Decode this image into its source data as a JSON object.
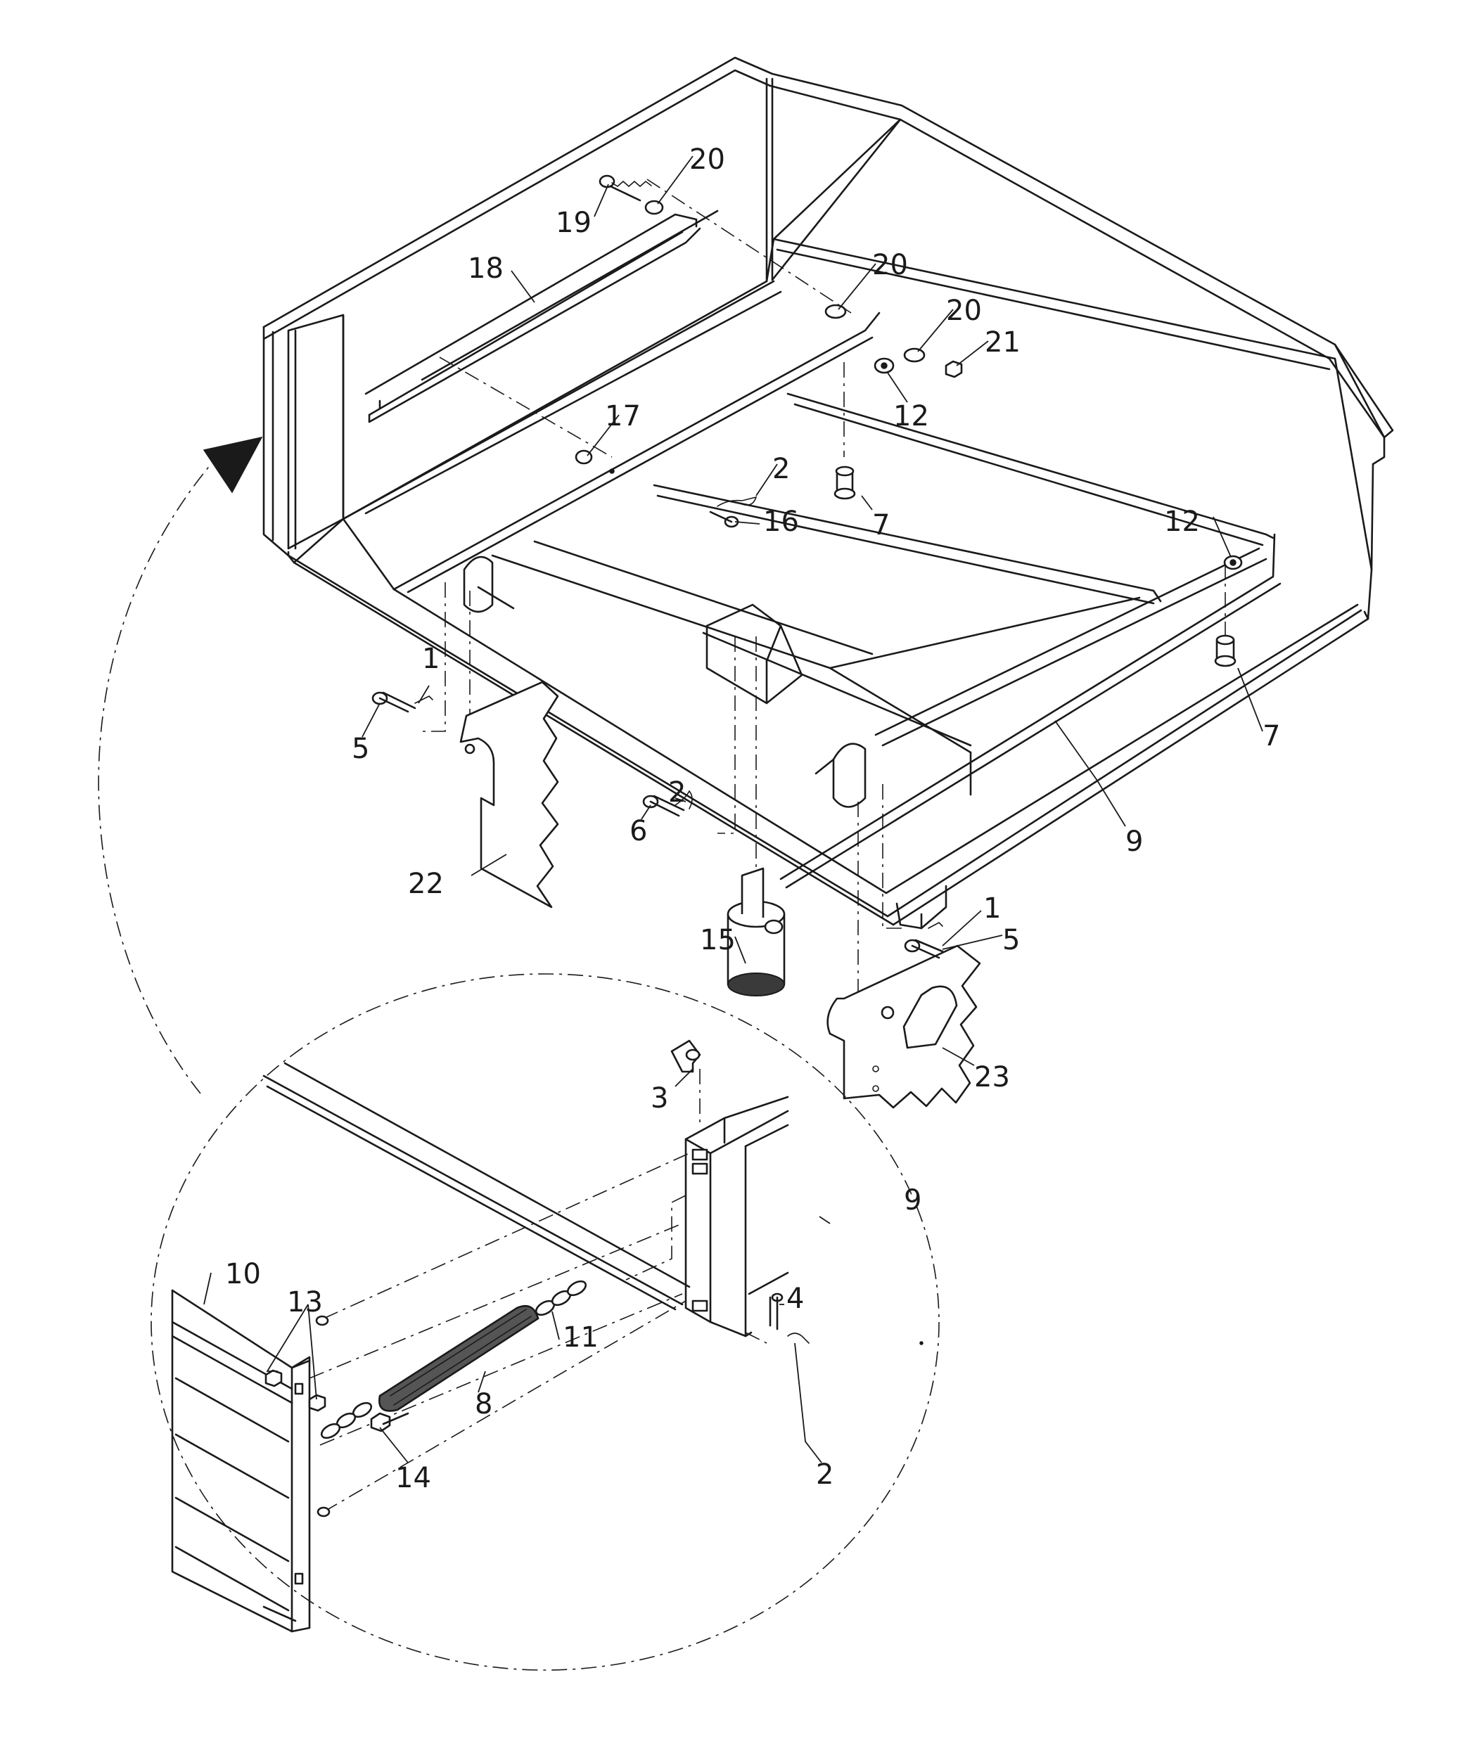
{
  "callouts": [
    {
      "id": "c1a",
      "label": "1"
    },
    {
      "id": "c1b",
      "label": "1"
    },
    {
      "id": "c2a",
      "label": "2"
    },
    {
      "id": "c2b",
      "label": "2"
    },
    {
      "id": "c2c",
      "label": "2"
    },
    {
      "id": "c3",
      "label": "3"
    },
    {
      "id": "c4",
      "label": "4"
    },
    {
      "id": "c5a",
      "label": "5"
    },
    {
      "id": "c5b",
      "label": "5"
    },
    {
      "id": "c6",
      "label": "6"
    },
    {
      "id": "c7a",
      "label": "7"
    },
    {
      "id": "c7b",
      "label": "7"
    },
    {
      "id": "c8",
      "label": "8"
    },
    {
      "id": "c9a",
      "label": "9"
    },
    {
      "id": "c9b",
      "label": "9"
    },
    {
      "id": "c10",
      "label": "10"
    },
    {
      "id": "c11",
      "label": "11"
    },
    {
      "id": "c12a",
      "label": "12"
    },
    {
      "id": "c12b",
      "label": "12"
    },
    {
      "id": "c13",
      "label": "13"
    },
    {
      "id": "c14",
      "label": "14"
    },
    {
      "id": "c15",
      "label": "15"
    },
    {
      "id": "c16",
      "label": "16"
    },
    {
      "id": "c17",
      "label": "17"
    },
    {
      "id": "c18",
      "label": "18"
    },
    {
      "id": "c19",
      "label": "19"
    },
    {
      "id": "c20a",
      "label": "20"
    },
    {
      "id": "c20b",
      "label": "20"
    },
    {
      "id": "c20c",
      "label": "20"
    },
    {
      "id": "c21",
      "label": "21"
    },
    {
      "id": "c22",
      "label": "22"
    },
    {
      "id": "c23",
      "label": "23"
    }
  ]
}
